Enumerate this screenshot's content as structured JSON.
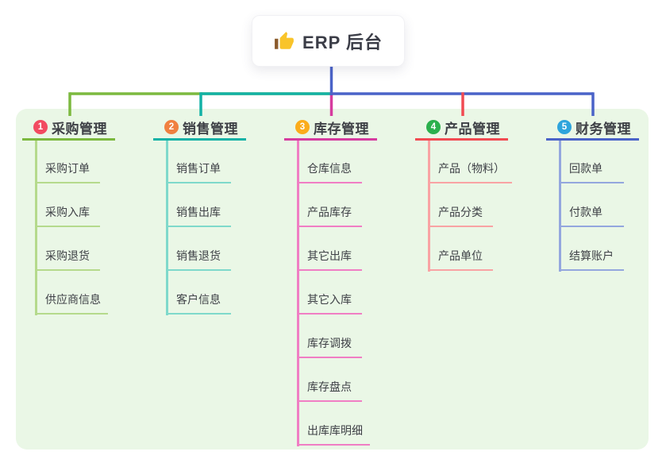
{
  "canvas": {
    "panel_bg": "#eaf7e6",
    "background": "#ffffff"
  },
  "root": {
    "label": "ERP 后台",
    "icon": "thumbs-up-icon",
    "trunk_color": "#4a63c8",
    "icon_colors": {
      "thumb": "#f9c42a",
      "cuff": "#8a5a2b"
    }
  },
  "branches": [
    {
      "number": "1",
      "label": "采购管理",
      "badge_color": "#f24b61",
      "line_color": "#7cb93f",
      "child_line_color": "#b5da8c",
      "children": [
        "采购订单",
        "采购入库",
        "采购退货",
        "供应商信息"
      ]
    },
    {
      "number": "2",
      "label": "销售管理",
      "badge_color": "#f08040",
      "line_color": "#13b2a6",
      "child_line_color": "#7fd9cb",
      "children": [
        "销售订单",
        "销售出库",
        "销售退货",
        "客户信息"
      ]
    },
    {
      "number": "3",
      "label": "库存管理",
      "badge_color": "#fbac1b",
      "line_color": "#d63c9f",
      "child_line_color": "#f07ec4",
      "children": [
        "仓库信息",
        "产品库存",
        "其它出库",
        "其它入库",
        "库存调拨",
        "库存盘点",
        "出库库明细"
      ]
    },
    {
      "number": "4",
      "label": "产品管理",
      "badge_color": "#2bb04d",
      "line_color": "#f14b52",
      "child_line_color": "#f9a3a4",
      "children": [
        "产品（物料）",
        "产品分类",
        "产品单位"
      ]
    },
    {
      "number": "5",
      "label": "财务管理",
      "badge_color": "#2ea4dc",
      "line_color": "#4a63c8",
      "child_line_color": "#94a7de",
      "children": [
        "回款单",
        "付款单",
        "结算账户"
      ]
    }
  ]
}
